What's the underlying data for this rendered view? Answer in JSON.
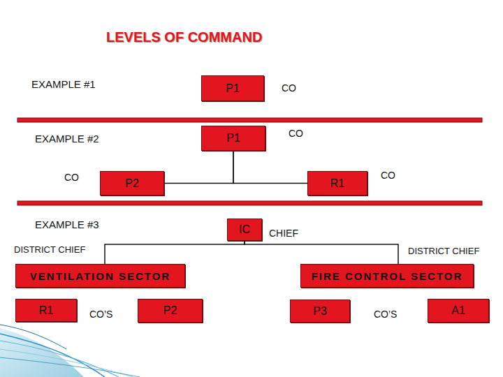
{
  "diagram": {
    "title": "LEVELS OF COMMAND",
    "nodes": [
      {
        "text": [
          "P1"
        ]
      },
      {
        "text": [
          "P1"
        ]
      },
      {
        "text": [
          "P2"
        ]
      },
      {
        "text": [
          "R1"
        ]
      },
      {
        "text": [
          "IC"
        ]
      },
      {
        "text": [
          "VENTILATION SECTOR"
        ]
      },
      {
        "text": [
          "FIRE CONTROL SECTOR"
        ]
      },
      {
        "text": [
          "R1"
        ]
      },
      {
        "text": [
          "P2"
        ]
      },
      {
        "text": [
          "P3"
        ]
      },
      {
        "text": [
          "A1"
        ]
      }
    ],
    "edges": [
      {
        "from": 1,
        "to": 2,
        "arrow": "none"
      },
      {
        "from": 1,
        "to": 3,
        "arrow": "none"
      },
      {
        "from": 4,
        "to": 5,
        "arrow": "none"
      },
      {
        "from": 4,
        "to": 6,
        "arrow": "none"
      }
    ],
    "labels": [
      "EXAMPLE #1",
      "CO",
      "EXAMPLE #2",
      "CO",
      "CO",
      "CO",
      "EXAMPLE #3",
      "CHIEF",
      "DISTRICT CHIEF",
      "DISTRICT CHIEF",
      "CO’S",
      "CO’S"
    ]
  }
}
